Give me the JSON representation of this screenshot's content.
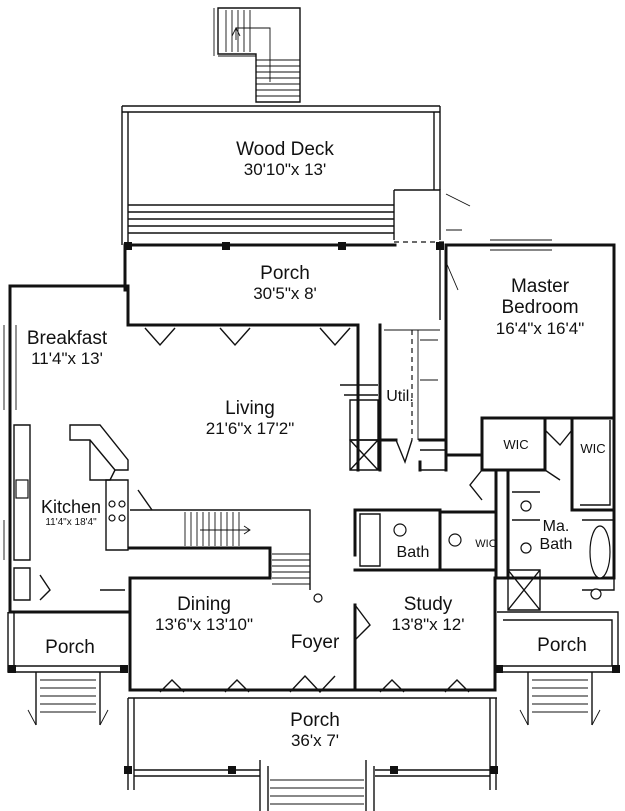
{
  "rooms": {
    "wood_deck": {
      "name": "Wood Deck",
      "size": "30'10\"x 13'"
    },
    "back_porch": {
      "name": "Porch",
      "size": "30'5\"x 8'"
    },
    "master_bedroom": {
      "name_line1": "Master",
      "name_line2": "Bedroom",
      "size": "16'4\"x 16'4\""
    },
    "breakfast": {
      "name": "Breakfast",
      "size": "11'4\"x 13'"
    },
    "living": {
      "name": "Living",
      "size": "21'6\"x 17'2\""
    },
    "util": {
      "name": "Util."
    },
    "wic_left": {
      "name": "WIC"
    },
    "wic_right": {
      "name": "WIC"
    },
    "kitchen": {
      "name": "Kitchen",
      "size": "11'4\"x 18'4\""
    },
    "ma_bath": {
      "name_line1": "Ma.",
      "name_line2": "Bath"
    },
    "bath": {
      "name": "Bath"
    },
    "wic_small": {
      "name": "WIC"
    },
    "dining": {
      "name": "Dining",
      "size": "13'6\"x 13'10\""
    },
    "study": {
      "name": "Study",
      "size": "13'8\"x 12'"
    },
    "foyer": {
      "name": "Foyer"
    },
    "porch_left": {
      "name": "Porch"
    },
    "porch_right": {
      "name": "Porch"
    },
    "front_porch": {
      "name": "Porch",
      "size": "36'x 7'"
    }
  }
}
